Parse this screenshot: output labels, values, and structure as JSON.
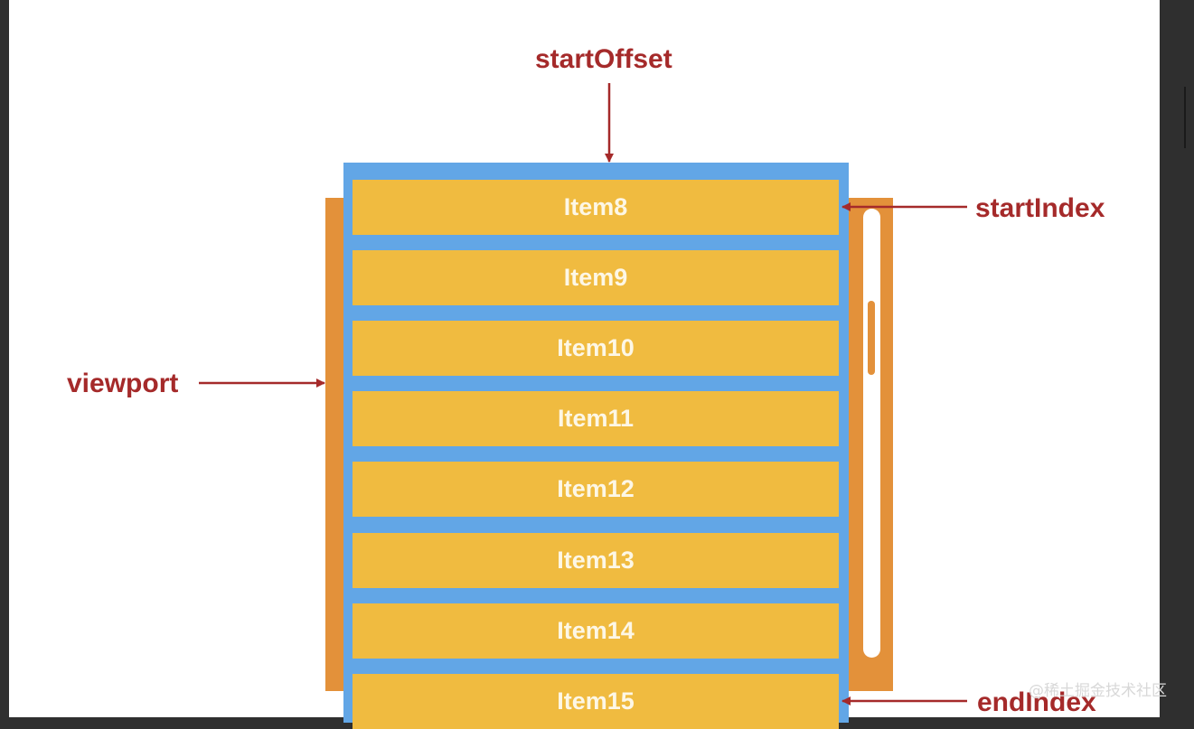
{
  "diagram": {
    "labels": {
      "start_offset": "startOffset",
      "start_index": "startIndex",
      "viewport": "viewport",
      "end_index": "endIndex"
    },
    "items": [
      "Item8",
      "Item9",
      "Item10",
      "Item11",
      "Item12",
      "Item13",
      "Item14",
      "Item15"
    ],
    "colors": {
      "label": "#a52a2a",
      "arrow": "#a52a2a",
      "item_fill": "#f0bb40",
      "item_text": "#fdf7e6",
      "list_container": "#62a6e6",
      "viewport_frame": "#e3913a",
      "scrollbar_track": "#ffffff",
      "scrollbar_thumb": "#e3913a"
    }
  },
  "watermark": "@稀土掘金技术社区"
}
